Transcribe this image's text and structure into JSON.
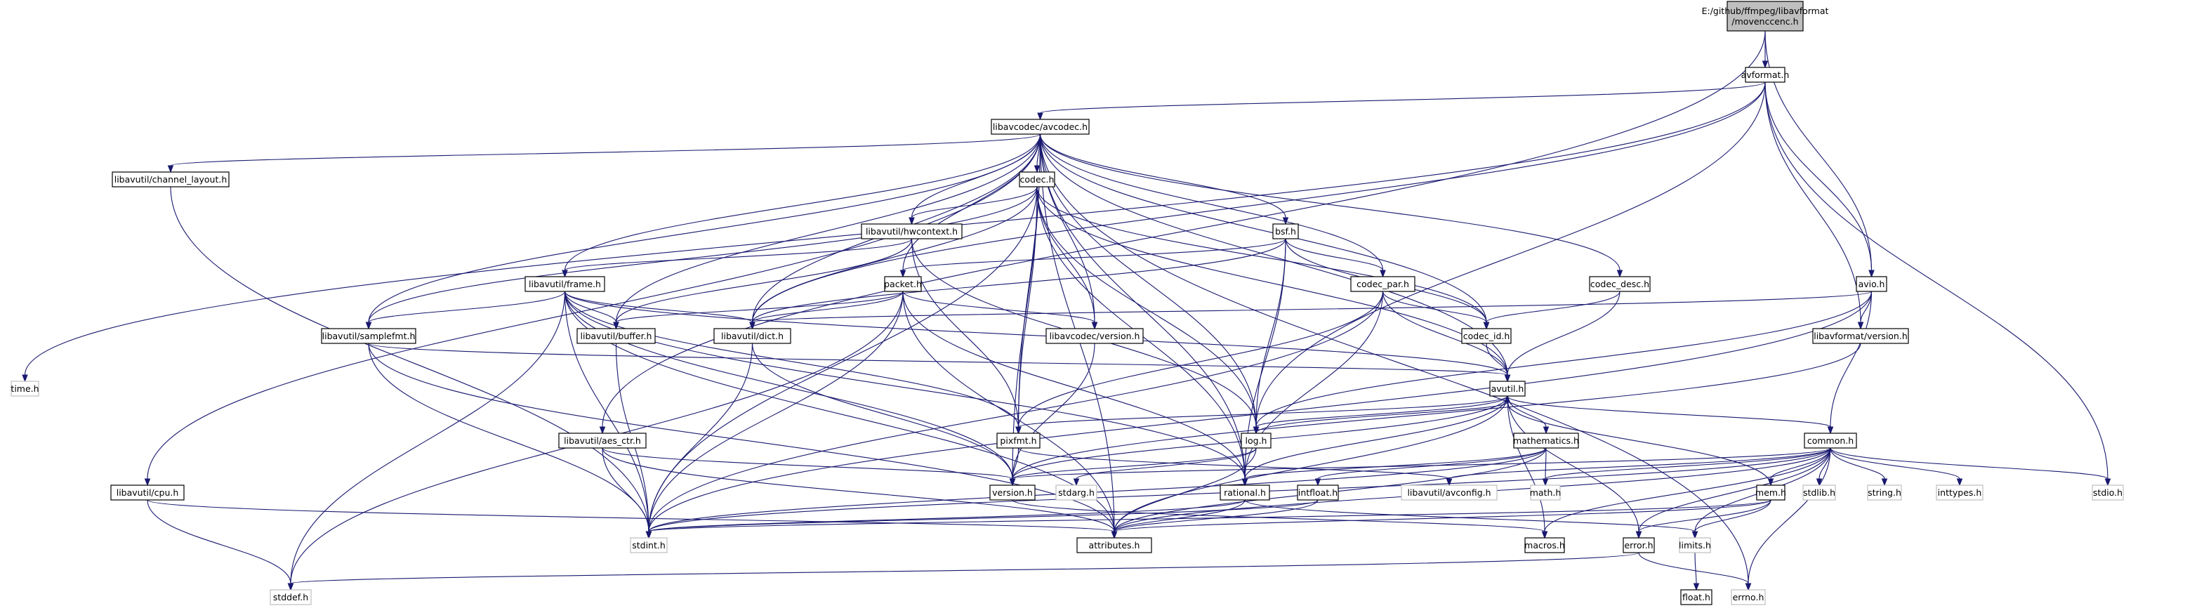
{
  "nodes": [
    {
      "id": "root",
      "lines": [
        "E:/github/ffmpeg/libavformat",
        "/movenccenc.h"
      ],
      "style": "root"
    },
    {
      "id": "avformat",
      "lines": [
        "avformat.h"
      ],
      "style": "normal"
    },
    {
      "id": "avcodec",
      "lines": [
        "libavcodec/avcodec.h"
      ],
      "style": "normal"
    },
    {
      "id": "time",
      "lines": [
        "time.h"
      ],
      "style": "missing"
    },
    {
      "id": "channel_layout",
      "lines": [
        "libavutil/channel_layout.h"
      ],
      "style": "normal"
    },
    {
      "id": "codec",
      "lines": [
        "codec.h"
      ],
      "style": "normal"
    },
    {
      "id": "hwcontext",
      "lines": [
        "libavutil/hwcontext.h"
      ],
      "style": "normal"
    },
    {
      "id": "bsf",
      "lines": [
        "bsf.h"
      ],
      "style": "normal"
    },
    {
      "id": "codec_desc",
      "lines": [
        "codec_desc.h"
      ],
      "style": "normal"
    },
    {
      "id": "avio",
      "lines": [
        "avio.h"
      ],
      "style": "normal"
    },
    {
      "id": "frame",
      "lines": [
        "libavutil/frame.h"
      ],
      "style": "normal"
    },
    {
      "id": "packet",
      "lines": [
        "packet.h"
      ],
      "style": "normal"
    },
    {
      "id": "codec_par",
      "lines": [
        "codec_par.h"
      ],
      "style": "normal"
    },
    {
      "id": "lavf_version",
      "lines": [
        "libavformat/version.h"
      ],
      "style": "normal"
    },
    {
      "id": "samplefmt",
      "lines": [
        "libavutil/samplefmt.h"
      ],
      "style": "normal"
    },
    {
      "id": "buffer",
      "lines": [
        "libavutil/buffer.h"
      ],
      "style": "normal"
    },
    {
      "id": "dict",
      "lines": [
        "libavutil/dict.h"
      ],
      "style": "normal"
    },
    {
      "id": "lavc_version",
      "lines": [
        "libavcodec/version.h"
      ],
      "style": "normal"
    },
    {
      "id": "codec_id",
      "lines": [
        "codec_id.h"
      ],
      "style": "normal"
    },
    {
      "id": "avutil",
      "lines": [
        "avutil.h"
      ],
      "style": "normal"
    },
    {
      "id": "aes_ctr",
      "lines": [
        "libavutil/aes_ctr.h"
      ],
      "style": "normal"
    },
    {
      "id": "pixfmt",
      "lines": [
        "pixfmt.h"
      ],
      "style": "normal"
    },
    {
      "id": "log",
      "lines": [
        "log.h"
      ],
      "style": "normal"
    },
    {
      "id": "mathematics",
      "lines": [
        "mathematics.h"
      ],
      "style": "normal"
    },
    {
      "id": "common",
      "lines": [
        "common.h"
      ],
      "style": "normal"
    },
    {
      "id": "cpu",
      "lines": [
        "libavutil/cpu.h"
      ],
      "style": "normal"
    },
    {
      "id": "version",
      "lines": [
        "version.h"
      ],
      "style": "normal"
    },
    {
      "id": "stdarg",
      "lines": [
        "stdarg.h"
      ],
      "style": "missing"
    },
    {
      "id": "rational",
      "lines": [
        "rational.h"
      ],
      "style": "normal"
    },
    {
      "id": "avconfig",
      "lines": [
        "libavutil/avconfig.h"
      ],
      "style": "missing"
    },
    {
      "id": "intfloat",
      "lines": [
        "intfloat.h"
      ],
      "style": "normal"
    },
    {
      "id": "math",
      "lines": [
        "math.h"
      ],
      "style": "missing"
    },
    {
      "id": "mem",
      "lines": [
        "mem.h"
      ],
      "style": "normal"
    },
    {
      "id": "stdlib",
      "lines": [
        "stdlib.h"
      ],
      "style": "missing"
    },
    {
      "id": "string",
      "lines": [
        "string.h"
      ],
      "style": "missing"
    },
    {
      "id": "inttypes",
      "lines": [
        "inttypes.h"
      ],
      "style": "missing"
    },
    {
      "id": "stdio",
      "lines": [
        "stdio.h"
      ],
      "style": "missing"
    },
    {
      "id": "stdint",
      "lines": [
        "stdint.h"
      ],
      "style": "missing"
    },
    {
      "id": "attributes",
      "lines": [
        "attributes.h"
      ],
      "style": "normal"
    },
    {
      "id": "macros",
      "lines": [
        "macros.h"
      ],
      "style": "normal"
    },
    {
      "id": "error",
      "lines": [
        "error.h"
      ],
      "style": "normal"
    },
    {
      "id": "limits",
      "lines": [
        "limits.h"
      ],
      "style": "missing"
    },
    {
      "id": "stddef",
      "lines": [
        "stddef.h"
      ],
      "style": "missing"
    },
    {
      "id": "errno",
      "lines": [
        "errno.h"
      ],
      "style": "missing"
    },
    {
      "id": "float",
      "lines": [
        "float.h"
      ],
      "style": "normal"
    }
  ],
  "edges": [
    [
      "root",
      "avformat"
    ],
    [
      "root",
      "aes_ctr"
    ],
    [
      "root",
      "avio"
    ],
    [
      "avformat",
      "time"
    ],
    [
      "avformat",
      "avcodec"
    ],
    [
      "avformat",
      "dict"
    ],
    [
      "avformat",
      "avio"
    ],
    [
      "avformat",
      "lavf_version"
    ],
    [
      "avformat",
      "log"
    ],
    [
      "avformat",
      "stdio"
    ],
    [
      "avcodec",
      "channel_layout"
    ],
    [
      "avcodec",
      "codec"
    ],
    [
      "avcodec",
      "hwcontext"
    ],
    [
      "avcodec",
      "bsf"
    ],
    [
      "avcodec",
      "codec_desc"
    ],
    [
      "avcodec",
      "frame"
    ],
    [
      "avcodec",
      "packet"
    ],
    [
      "avcodec",
      "codec_par"
    ],
    [
      "avcodec",
      "samplefmt"
    ],
    [
      "avcodec",
      "buffer"
    ],
    [
      "avcodec",
      "dict"
    ],
    [
      "avcodec",
      "lavc_version"
    ],
    [
      "avcodec",
      "codec_id"
    ],
    [
      "avcodec",
      "avutil"
    ],
    [
      "avcodec",
      "cpu"
    ],
    [
      "avcodec",
      "pixfmt"
    ],
    [
      "avcodec",
      "log"
    ],
    [
      "avcodec",
      "rational"
    ],
    [
      "avcodec",
      "attributes"
    ],
    [
      "avcodec",
      "errno"
    ],
    [
      "avcodec",
      "version"
    ],
    [
      "channel_layout",
      "stdint"
    ],
    [
      "codec",
      "hwcontext"
    ],
    [
      "codec",
      "samplefmt"
    ],
    [
      "codec",
      "dict"
    ],
    [
      "codec",
      "lavc_version"
    ],
    [
      "codec",
      "codec_id"
    ],
    [
      "codec",
      "avutil"
    ],
    [
      "codec",
      "pixfmt"
    ],
    [
      "codec",
      "log"
    ],
    [
      "codec",
      "rational"
    ],
    [
      "codec",
      "stdint"
    ],
    [
      "hwcontext",
      "frame"
    ],
    [
      "hwcontext",
      "buffer"
    ],
    [
      "hwcontext",
      "pixfmt"
    ],
    [
      "hwcontext",
      "log"
    ],
    [
      "bsf",
      "packet"
    ],
    [
      "bsf",
      "codec_par"
    ],
    [
      "bsf",
      "codec_id"
    ],
    [
      "bsf",
      "dict"
    ],
    [
      "bsf",
      "log"
    ],
    [
      "bsf",
      "rational"
    ],
    [
      "codec_desc",
      "codec_id"
    ],
    [
      "codec_desc",
      "avutil"
    ],
    [
      "avio",
      "dict"
    ],
    [
      "avio",
      "lavf_version"
    ],
    [
      "avio",
      "common"
    ],
    [
      "avio",
      "log"
    ],
    [
      "avio",
      "stdint"
    ],
    [
      "frame",
      "samplefmt"
    ],
    [
      "frame",
      "buffer"
    ],
    [
      "frame",
      "dict"
    ],
    [
      "frame",
      "avutil"
    ],
    [
      "frame",
      "pixfmt"
    ],
    [
      "frame",
      "rational"
    ],
    [
      "frame",
      "version"
    ],
    [
      "frame",
      "stddef"
    ],
    [
      "frame",
      "stdint"
    ],
    [
      "frame",
      "attributes"
    ],
    [
      "packet",
      "buffer"
    ],
    [
      "packet",
      "dict"
    ],
    [
      "packet",
      "lavc_version"
    ],
    [
      "packet",
      "stddef"
    ],
    [
      "packet",
      "stdint"
    ],
    [
      "packet",
      "attributes"
    ],
    [
      "packet",
      "rational"
    ],
    [
      "codec_par",
      "codec_id"
    ],
    [
      "codec_par",
      "avutil"
    ],
    [
      "codec_par",
      "pixfmt"
    ],
    [
      "codec_par",
      "rational"
    ],
    [
      "codec_par",
      "stdint"
    ],
    [
      "lavf_version",
      "version"
    ],
    [
      "samplefmt",
      "avutil"
    ],
    [
      "samplefmt",
      "attributes"
    ],
    [
      "samplefmt",
      "stdint"
    ],
    [
      "buffer",
      "stdint"
    ],
    [
      "dict",
      "stdint"
    ],
    [
      "dict",
      "version"
    ],
    [
      "lavc_version",
      "version"
    ],
    [
      "codec_id",
      "avutil"
    ],
    [
      "avutil",
      "common"
    ],
    [
      "avutil",
      "error"
    ],
    [
      "avutil",
      "version"
    ],
    [
      "avutil",
      "mathematics"
    ],
    [
      "avutil",
      "rational"
    ],
    [
      "avutil",
      "attributes"
    ],
    [
      "avutil",
      "macros"
    ],
    [
      "avutil",
      "log"
    ],
    [
      "avutil",
      "pixfmt"
    ],
    [
      "aes_ctr",
      "stdint"
    ],
    [
      "aes_ctr",
      "attributes"
    ],
    [
      "aes_ctr",
      "version"
    ],
    [
      "pixfmt",
      "version"
    ],
    [
      "pixfmt",
      "avconfig"
    ],
    [
      "log",
      "stdarg"
    ],
    [
      "log",
      "avutil"
    ],
    [
      "log",
      "attributes"
    ],
    [
      "log",
      "version"
    ],
    [
      "mathematics",
      "stdint"
    ],
    [
      "mathematics",
      "math"
    ],
    [
      "mathematics",
      "attributes"
    ],
    [
      "mathematics",
      "rational"
    ],
    [
      "mathematics",
      "intfloat"
    ],
    [
      "common",
      "errno"
    ],
    [
      "common",
      "inttypes"
    ],
    [
      "common",
      "limits"
    ],
    [
      "common",
      "math"
    ],
    [
      "common",
      "stdint"
    ],
    [
      "common",
      "stdlib"
    ],
    [
      "common",
      "string"
    ],
    [
      "common",
      "stdio"
    ],
    [
      "common",
      "attributes"
    ],
    [
      "common",
      "macros"
    ],
    [
      "common",
      "version"
    ],
    [
      "common",
      "avconfig"
    ],
    [
      "common",
      "mem"
    ],
    [
      "common",
      "error"
    ],
    [
      "cpu",
      "stddef"
    ],
    [
      "cpu",
      "attributes"
    ],
    [
      "version",
      "macros"
    ],
    [
      "rational",
      "stdint"
    ],
    [
      "rational",
      "limits"
    ],
    [
      "rational",
      "attributes"
    ],
    [
      "intfloat",
      "stdint"
    ],
    [
      "intfloat",
      "attributes"
    ],
    [
      "mem",
      "limits"
    ],
    [
      "mem",
      "stdint"
    ],
    [
      "mem",
      "attributes"
    ],
    [
      "mem",
      "error"
    ],
    [
      "mem",
      "avutil"
    ],
    [
      "error",
      "errno"
    ],
    [
      "error",
      "stddef"
    ],
    [
      "limits",
      "float"
    ]
  ]
}
